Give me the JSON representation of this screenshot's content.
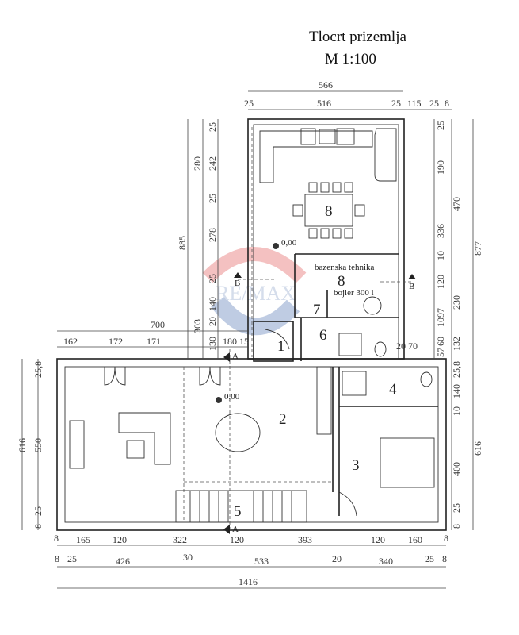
{
  "title": "Tlocrt prizemlja",
  "scale": "M 1:100",
  "watermark": "RE/MAX",
  "rooms": {
    "r8": "8",
    "pool_tech_label": "bazenska tehnika",
    "r8b": "8",
    "boiler": "bojler 300 l",
    "r7": "7",
    "r1": "1",
    "r6": "6",
    "r2": "2",
    "r3": "3",
    "r4": "4",
    "r5": "5"
  },
  "levels": [
    "0,00",
    "0,00"
  ],
  "sections": [
    "A",
    "A",
    "B",
    "B"
  ],
  "dims": {
    "top_total": "566",
    "top_row": [
      "25",
      "516",
      "25",
      "115",
      "25",
      "8"
    ],
    "left_upper": [
      "885",
      "280",
      "303",
      "25",
      "242",
      "25",
      "278",
      "25",
      "140",
      "20",
      "130"
    ],
    "right_upper": [
      "25",
      "190",
      "336",
      "10",
      "120",
      "97",
      "10",
      "60",
      "57",
      "470",
      "230",
      "132",
      "877"
    ],
    "mid_row": [
      "700",
      "162",
      "172",
      "171",
      "180",
      "15",
      "20 70"
    ],
    "left_lower": [
      "616",
      "25,8",
      "550",
      "25",
      "8"
    ],
    "right_lower": [
      "25,8",
      "140",
      "10",
      "400",
      "25",
      "8",
      "616"
    ],
    "bottom_row1": [
      "8",
      "165",
      "120",
      "322",
      "120",
      "393",
      "120",
      "160",
      "8"
    ],
    "bottom_row2": [
      "8",
      "25",
      "426",
      "30",
      "533",
      "20",
      "340",
      "25",
      "8"
    ],
    "bottom_total": "1416"
  }
}
